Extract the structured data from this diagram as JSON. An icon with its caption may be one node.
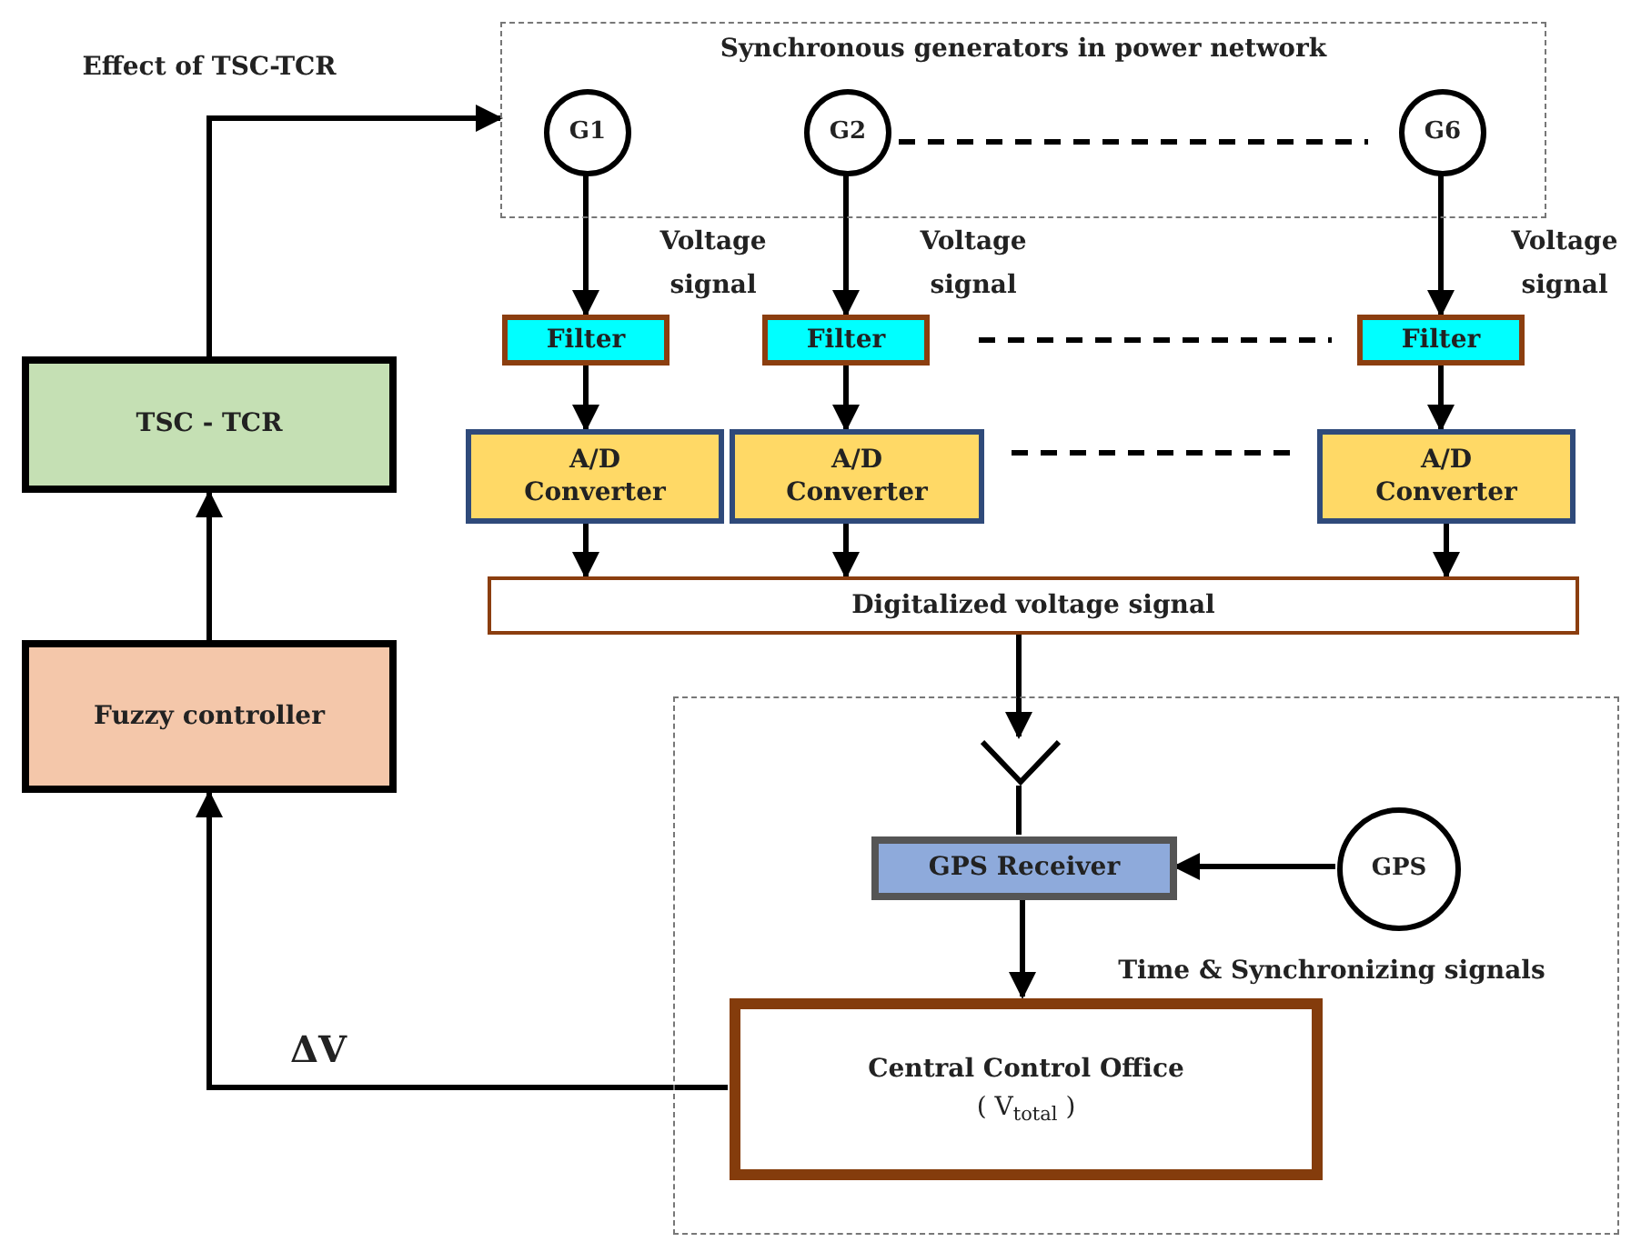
{
  "diagram": {
    "nodes": [
      {
        "text": [
          "Synchronous generators in power network"
        ]
      },
      {
        "text": [
          "G1"
        ],
        "in": 0
      },
      {
        "text": [
          "G2"
        ],
        "in": 0
      },
      {
        "text": [
          "G6"
        ],
        "in": 0
      },
      {
        "text": [
          "Filter"
        ]
      },
      {
        "text": [
          "Filter"
        ]
      },
      {
        "text": [
          "Filter"
        ]
      },
      {
        "text": [
          "A/D Converter"
        ]
      },
      {
        "text": [
          "A/D Converter"
        ]
      },
      {
        "text": [
          "A/D Converter"
        ]
      },
      {
        "text": [
          "Digitalized voltage signal"
        ]
      },
      {
        "text": [],
        "shape": "box"
      },
      {
        "text": [],
        "shape": "antenna",
        "in": 11
      },
      {
        "text": [
          "GPS Receiver"
        ],
        "in": 11
      },
      {
        "text": [
          "GPS"
        ],
        "in": 11
      },
      {
        "text": [
          "Central Control Office",
          "( V$_{total}$ )"
        ],
        "in": 11
      },
      {
        "text": [
          "Fuzzy controller"
        ]
      },
      {
        "text": [
          "TSC - TCR"
        ]
      }
    ],
    "edges": [
      {
        "from": 1,
        "to": 4,
        "arrow": "to",
        "label": "Voltage signal"
      },
      {
        "from": 2,
        "to": 5,
        "arrow": "to",
        "label": "Voltage signal"
      },
      {
        "from": 3,
        "to": 6,
        "arrow": "to",
        "label": "Voltage signal"
      },
      {
        "from": 4,
        "to": 7,
        "arrow": "to"
      },
      {
        "from": 5,
        "to": 8,
        "arrow": "to"
      },
      {
        "from": 6,
        "to": 9,
        "arrow": "to"
      },
      {
        "from": 7,
        "to": 10,
        "arrow": "to"
      },
      {
        "from": 8,
        "to": 10,
        "arrow": "to"
      },
      {
        "from": 9,
        "to": 10,
        "arrow": "to"
      },
      {
        "from": 10,
        "to": 12,
        "arrow": "to"
      },
      {
        "from": 12,
        "to": 13,
        "arrow": "none"
      },
      {
        "from": 14,
        "to": 13,
        "arrow": "to"
      },
      {
        "from": 13,
        "to": 15,
        "arrow": "to",
        "label": "Time & Synchronizing signals"
      },
      {
        "from": 15,
        "to": 16,
        "arrow": "to",
        "label": "ΔV"
      },
      {
        "from": 16,
        "to": 17,
        "arrow": "to"
      },
      {
        "from": 17,
        "to": 0,
        "arrow": "to",
        "label": "Effect of TSC-TCR"
      }
    ]
  }
}
